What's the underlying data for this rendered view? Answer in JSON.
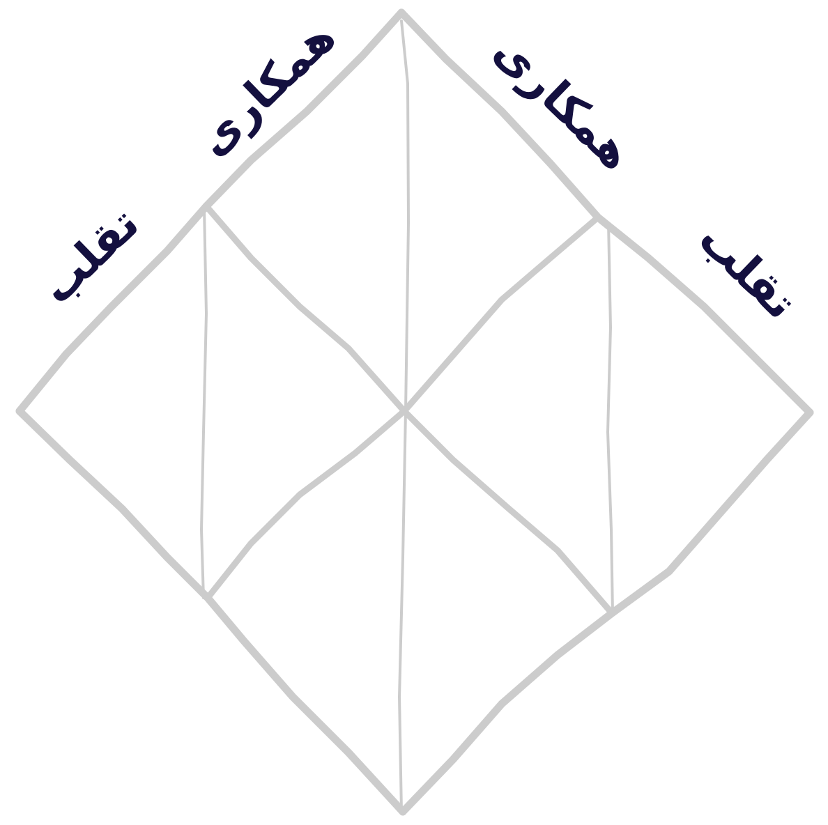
{
  "labels": {
    "top_left_upper": "همکاری",
    "top_right_upper": "همکاری",
    "top_left_lower": "تقلب",
    "top_right_lower": "تقلب"
  },
  "colors": {
    "line": "#cccccc",
    "text": "#14103f",
    "background": "#ffffff"
  }
}
